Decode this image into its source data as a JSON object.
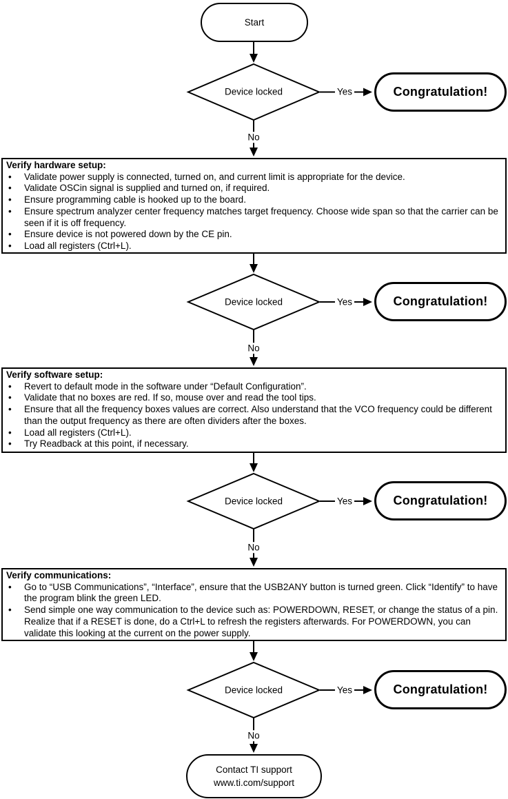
{
  "palette": {
    "background": "#ffffff",
    "stroke": "#000000",
    "text": "#000000"
  },
  "labels": {
    "start": "Start",
    "decision": "Device locked",
    "yes": "Yes",
    "no": "No",
    "congratulation": "Congratulation!"
  },
  "process_boxes": [
    {
      "title": "Verify hardware setup:",
      "bullets": [
        "Validate power supply is connected, turned on, and current limit is appropriate for the device.",
        "Validate OSCin signal is supplied and turned on, if required.",
        "Ensure programming cable is hooked up to the board.",
        "Ensure spectrum analyzer center frequency matches target frequency. Choose wide span so that the carrier can be seen if it is off frequency.",
        "Ensure device is not powered down by the CE pin.",
        "Load all registers (Ctrl+L)."
      ]
    },
    {
      "title": "Verify software setup:",
      "bullets": [
        "Revert to default mode in the software under “Default Configuration”.",
        "Validate that no boxes are red. If so, mouse over and read the tool tips.",
        "Ensure that all the frequency boxes values are correct. Also understand that the VCO frequency could be different than the output frequency as there are often dividers after the boxes.",
        "Load all registers (Ctrl+L).",
        "Try Readback at this point, if necessary."
      ]
    },
    {
      "title": "Verify communications:",
      "bullets": [
        "Go to “USB Communications”, “Interface”, ensure that the USB2ANY button is turned green. Click “Identify” to have the program blink the green LED.",
        "Send simple one way communication to the device such as: POWERDOWN, RESET, or change the status of a pin. Realize that if a RESET is done, do a Ctrl+L to refresh the registers afterwards. For POWERDOWN, you can validate this looking at the current on the power supply."
      ]
    }
  ],
  "end_node": {
    "line1": "Contact TI support",
    "line2": "www.ti.com/support"
  }
}
